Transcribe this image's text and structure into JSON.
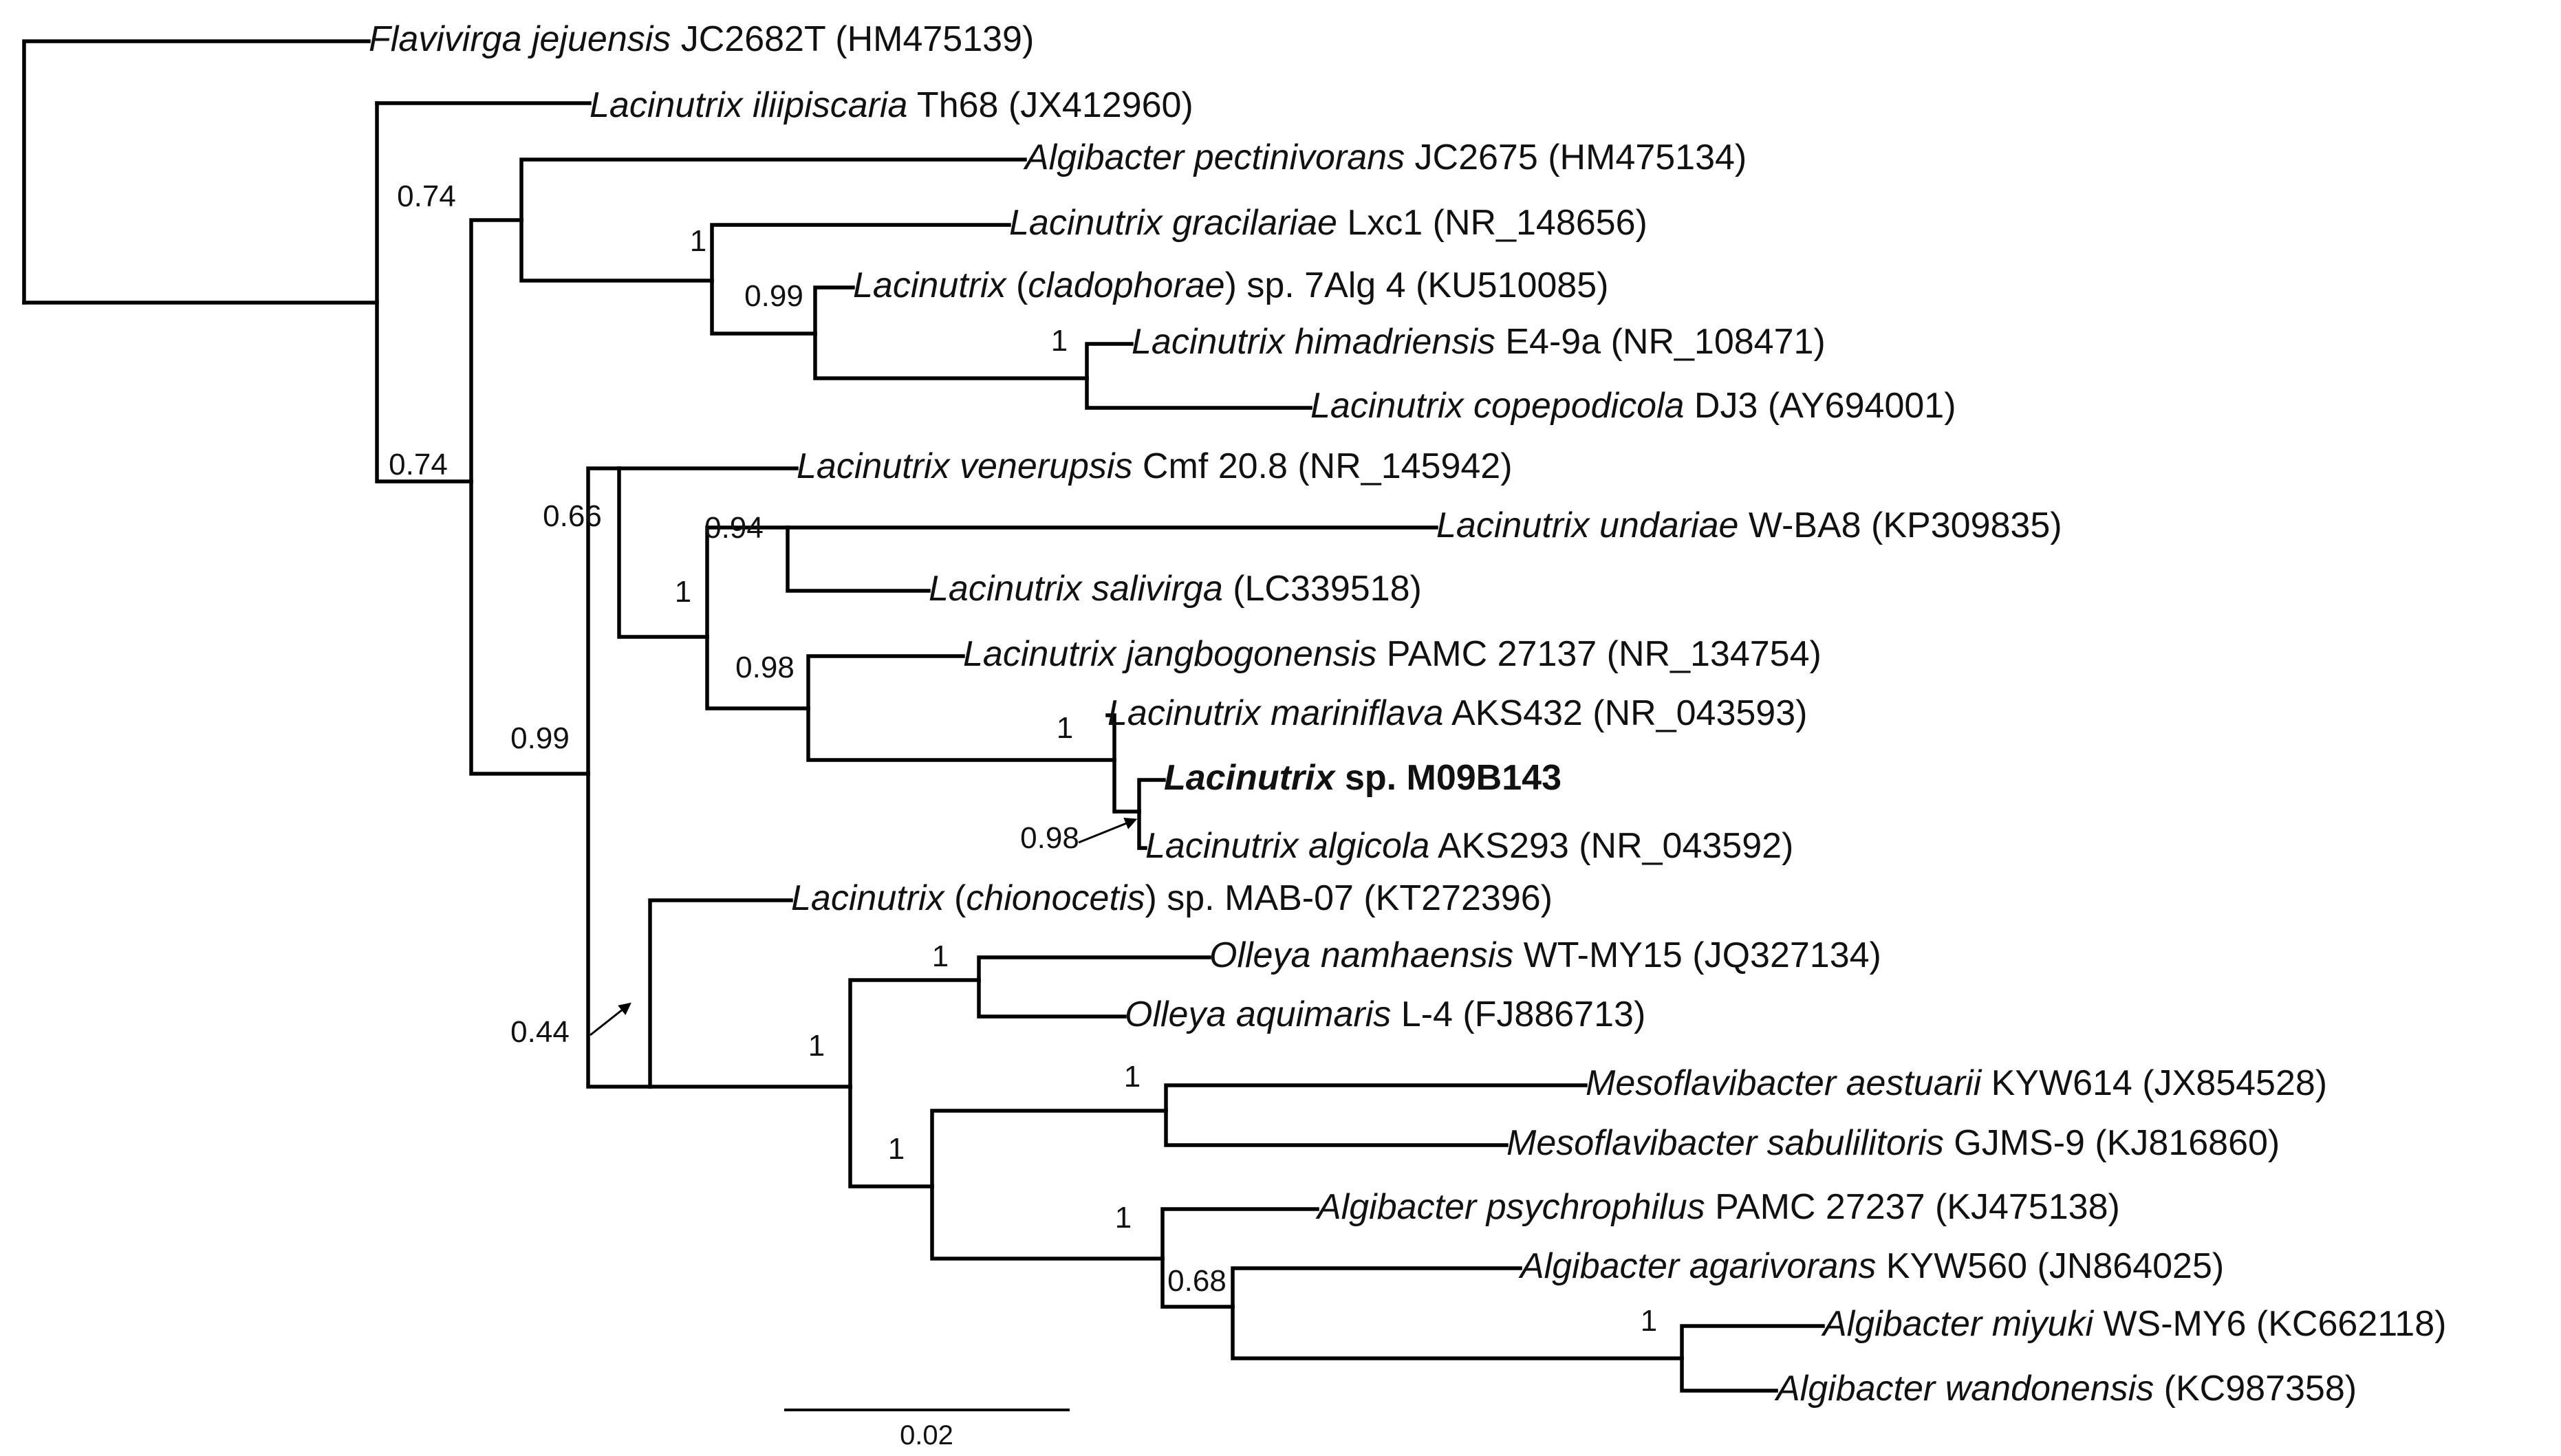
{
  "taxa": [
    {
      "id": "t1",
      "genus": "Flavivirga",
      "species": "jejuensis",
      "strain": "JC2682T",
      "accession": "(HM475139)"
    },
    {
      "id": "t2",
      "genus": "Lacinutrix",
      "species": "iliipiscaria",
      "strain": "Th68",
      "accession": "(JX412960)"
    },
    {
      "id": "t3",
      "genus": "Algibacter",
      "species": "pectinivorans",
      "strain": "JC2675",
      "accession": "(HM475134)"
    },
    {
      "id": "t4",
      "genus": "Lacinutrix",
      "species": "gracilariae",
      "strain": "Lxc1",
      "accession": "(NR_148656)"
    },
    {
      "id": "t5",
      "genus": "Lacinutrix",
      "paren_epithet": "cladophorae",
      "suffix": "sp. 7Alg 4",
      "accession": "(KU510085)"
    },
    {
      "id": "t6",
      "genus": "Lacinutrix",
      "species": "himadriensis",
      "strain": "E4-9a",
      "accession": "(NR_108471)"
    },
    {
      "id": "t7",
      "genus": "Lacinutrix",
      "species": "copepodicola",
      "strain": "DJ3",
      "accession": "(AY694001)"
    },
    {
      "id": "t8",
      "genus": "Lacinutrix",
      "species": "venerupsis",
      "strain": "Cmf 20.8",
      "accession": "(NR_145942)"
    },
    {
      "id": "t9",
      "genus": "Lacinutrix",
      "species": "undariae",
      "strain": "W-BA8",
      "accession": "(KP309835)"
    },
    {
      "id": "t10",
      "genus": "Lacinutrix",
      "species": "salivirga",
      "strain": "",
      "accession": "(LC339518)"
    },
    {
      "id": "t11",
      "genus": "Lacinutrix",
      "species": "jangbogonensis",
      "strain": "PAMC 27137",
      "accession": "(NR_134754)"
    },
    {
      "id": "t12",
      "genus": "Lacinutrix",
      "species": "mariniflava",
      "strain": "AKS432",
      "accession": "(NR_043593)"
    },
    {
      "id": "t13",
      "genus": "Lacinutrix",
      "suffix": "sp. M09B143",
      "bold": true
    },
    {
      "id": "t14",
      "genus": "Lacinutrix",
      "species": "algicola",
      "strain": "AKS293",
      "accession": "(NR_043592)"
    },
    {
      "id": "t15",
      "genus": "Lacinutrix",
      "paren_epithet": "chionocetis",
      "suffix": "sp. MAB-07",
      "accession": "(KT272396)"
    },
    {
      "id": "t16",
      "genus": "Olleya",
      "species": "namhaensis",
      "strain": "WT-MY15",
      "accession": "(JQ327134)"
    },
    {
      "id": "t17",
      "genus": "Olleya",
      "species": "aquimaris",
      "strain": "L-4",
      "accession": "(FJ886713)"
    },
    {
      "id": "t18",
      "genus": "Mesoflavibacter",
      "species": "aestuarii",
      "strain": "KYW614",
      "accession": "(JX854528)"
    },
    {
      "id": "t19",
      "genus": "Mesoflavibacter",
      "species": "sabulilitoris",
      "strain": "GJMS-9",
      "accession": "(KJ816860)"
    },
    {
      "id": "t20",
      "genus": "Algibacter",
      "species": "psychrophilus",
      "strain": "PAMC 27237",
      "accession": "(KJ475138)"
    },
    {
      "id": "t21",
      "genus": "Algibacter",
      "species": "agarivorans",
      "strain": "KYW560",
      "accession": "(JN864025)"
    },
    {
      "id": "t22",
      "genus": "Algibacter",
      "species": "miyuki",
      "strain": "WS-MY6",
      "accession": "(KC662118)"
    },
    {
      "id": "t23",
      "genus": "Algibacter",
      "species": "wandonensis",
      "strain": "",
      "accession": "(KC987358)"
    }
  ],
  "support_values": [
    "0.74",
    "1",
    "0.99",
    "1",
    "0.74",
    "0.66",
    "0.94",
    "1",
    "0.98",
    "1",
    "0.98",
    "0.99",
    "0.44",
    "1",
    "1",
    "1",
    "1",
    "1",
    "0.68",
    "1"
  ],
  "scale_bar": {
    "label": "0.02"
  }
}
